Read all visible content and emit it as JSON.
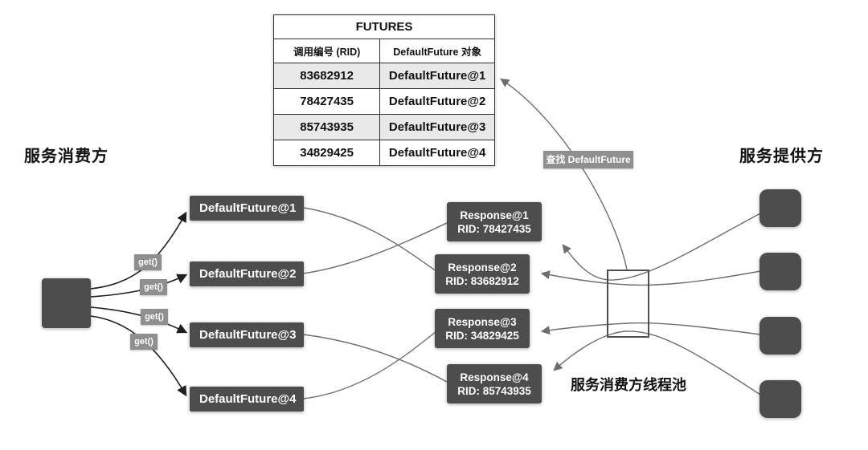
{
  "diagram": {
    "consumer_label": "服务消费方",
    "provider_label": "服务提供方",
    "pool_label": "服务消费方线程池",
    "lookup_label": "查找 DefaultFuture",
    "get_labels": [
      "get()",
      "get()",
      "get()",
      "get()"
    ],
    "futures_table": {
      "title": "FUTURES",
      "columns": [
        "调用编号 (RID)",
        "DefaultFuture 对象"
      ],
      "rows": [
        {
          "rid": "83682912",
          "future": "DefaultFuture@1"
        },
        {
          "rid": "78427435",
          "future": "DefaultFuture@2"
        },
        {
          "rid": "85743935",
          "future": "DefaultFuture@3"
        },
        {
          "rid": "34829425",
          "future": "DefaultFuture@4"
        }
      ]
    },
    "future_boxes": [
      "DefaultFuture@1",
      "DefaultFuture@2",
      "DefaultFuture@3",
      "DefaultFuture@4"
    ],
    "response_boxes": [
      {
        "name": "Response@1",
        "rid": "RID: 78427435"
      },
      {
        "name": "Response@2",
        "rid": "RID: 83682912"
      },
      {
        "name": "Response@3",
        "rid": "RID: 34829425"
      },
      {
        "name": "Response@4",
        "rid": "RID: 85743935"
      }
    ],
    "colors": {
      "dark_box": "#4d4d4d",
      "small_label_bg": "#8f8f8f",
      "table_row_shade": "#e9e9e9",
      "line_gray": "#6e6e6e",
      "line_dark": "#1f1f1f"
    }
  }
}
